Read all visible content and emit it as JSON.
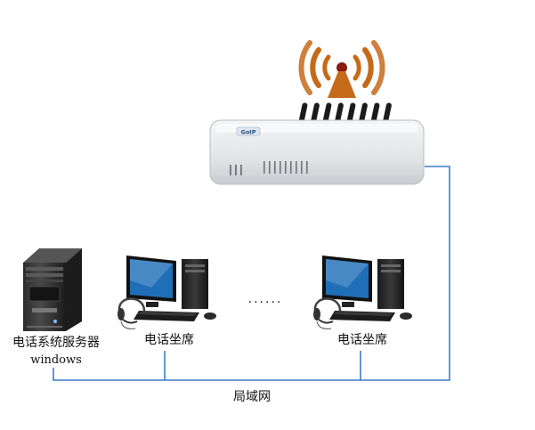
{
  "gateway": {
    "brand": "GoIP",
    "antenna_count": 8
  },
  "server": {
    "label": "电话系统服务器",
    "os": "windows"
  },
  "agents": [
    {
      "label": "电话坐席"
    },
    {
      "label": "电话坐席"
    }
  ],
  "ellipsis": "......",
  "network": {
    "label": "局域网"
  },
  "colors": {
    "link": "#3b7dc9",
    "signal": "#c56a1a",
    "screen": "#1f6fb8",
    "case": "#2a2a2a"
  }
}
